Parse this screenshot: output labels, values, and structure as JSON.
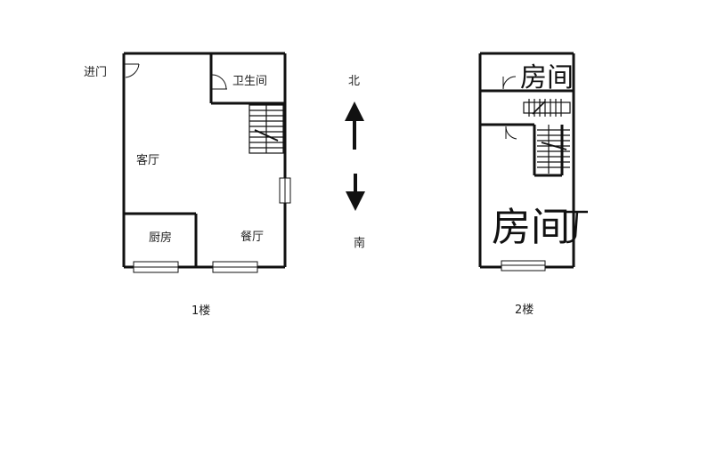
{
  "floor1": {
    "caption": "1楼",
    "entrance": "进门",
    "bathroom": "卫生间",
    "living_room": "客厅",
    "kitchen": "厨房",
    "dining_room": "餐厅"
  },
  "compass": {
    "north": "北",
    "south": "南"
  },
  "floor2": {
    "caption": "2楼",
    "room_small": "房间",
    "room_large": "房间"
  }
}
